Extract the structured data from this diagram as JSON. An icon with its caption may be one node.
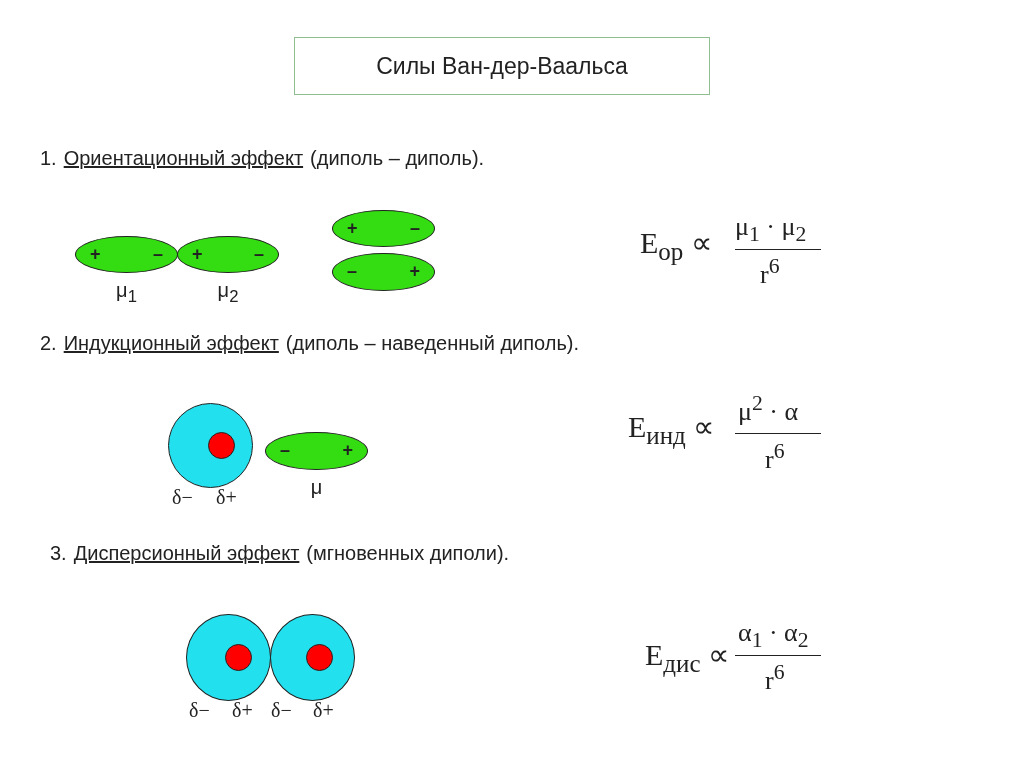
{
  "diagram": {
    "title": "Силы Ван-дер-Ваальса",
    "nodes": [
      {
        "text": [
          "+",
          "–"
        ],
        "beside": [
          "μ$_{1}$"
        ]
      },
      {
        "text": [
          "+",
          "–"
        ],
        "beside": [
          "μ$_{2}$"
        ]
      },
      {
        "text": [
          "+",
          "–"
        ]
      },
      {
        "text": [
          "–",
          "+"
        ]
      },
      {
        "text": [],
        "shape": "circle"
      },
      {
        "text": [],
        "shape": "circle",
        "in": 4
      },
      {
        "text": [
          "–",
          "+"
        ],
        "beside": [
          "μ"
        ]
      },
      {
        "text": [],
        "shape": "circle"
      },
      {
        "text": [],
        "shape": "circle",
        "in": 7
      },
      {
        "text": [],
        "shape": "circle"
      },
      {
        "text": [],
        "shape": "circle",
        "in": 9
      }
    ],
    "labels": [
      "1.",
      "Ориентационный эффект",
      "(диполь – диполь).",
      "E$_{ор}$ ∝",
      "μ$_{1}$ · μ$_{2}$",
      "r$^{6}$",
      "2.",
      "Индукционный эффект",
      "(диполь – наведенный диполь).",
      "E$_{инд}$ ∝",
      "μ$^{2}$ · α",
      "r$^{6}$",
      "δ−",
      "δ+",
      "3.",
      "Дисперсионный эффект",
      "(мгновенных диполи).",
      "E$_{дис}$ ∝",
      "α$_{1}$ · α$_{2}$",
      "r$^{6}$",
      "δ−",
      "δ+",
      "δ−",
      "δ+"
    ]
  }
}
